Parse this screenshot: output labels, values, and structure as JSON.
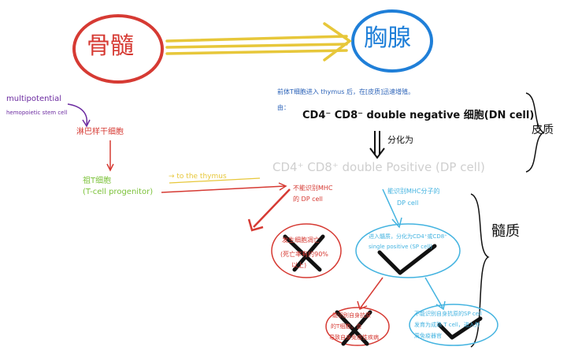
{
  "nodes": {
    "bone_marrow": "骨髓",
    "thymus": "胸腺",
    "hsc_line1": "multipotential",
    "hsc_line2": "hemopoietic stem cell",
    "lymphoid_progenitor": "淋巴样干细胞",
    "t_progenitor_line1": "祖T细胞",
    "t_progenitor_line2": "(T-cell progenitor)",
    "to_thymus": "→ to the thymus",
    "note_line1": "前体T细胞进入 thymus 后，在[皮质]迅速增殖。",
    "note_line2": "由：",
    "dn_cell": "CD4⁻ CD8⁻ double negative 细胞(DN cell)",
    "differentiate": "分化为",
    "dp_cell": "CD4⁺ CD8⁺ double Positive (DP cell)",
    "cortex_label": "皮质",
    "medulla_label": "髓质",
    "no_mhc_line1": "不能识别MHC",
    "no_mhc_line2": "的 DP cell",
    "mhc_line1": "能识别MHC分子的",
    "mhc_line2": "DP cell",
    "apoptosis_line1": "发生细胞凋亡",
    "apoptosis_line2": "(死亡率有约90%",
    "apoptosis_line3": "以上)",
    "single_pos_line1": "进入髓质，分化为CD4⁺或CD8⁺",
    "single_pos_line2": "single positive (SP cell)",
    "self_line1": "能识别自身抗原",
    "self_line2": "的T细胞，会",
    "self_line3": "导致自身免疫性疾病",
    "mature_line1": "不能识别自身抗原的SP cell",
    "mature_line2": "发育为成熟 T cell，进入外",
    "mature_line3": "周免疫器官"
  },
  "colors": {
    "red": "#d63a33",
    "blue": "#1f7fd8",
    "yellow": "#e7c73a",
    "purple": "#6b2aa0",
    "green": "#7cc23a",
    "cyan": "#43b3e0",
    "black": "#111111",
    "grey": "#cfcfcf"
  }
}
